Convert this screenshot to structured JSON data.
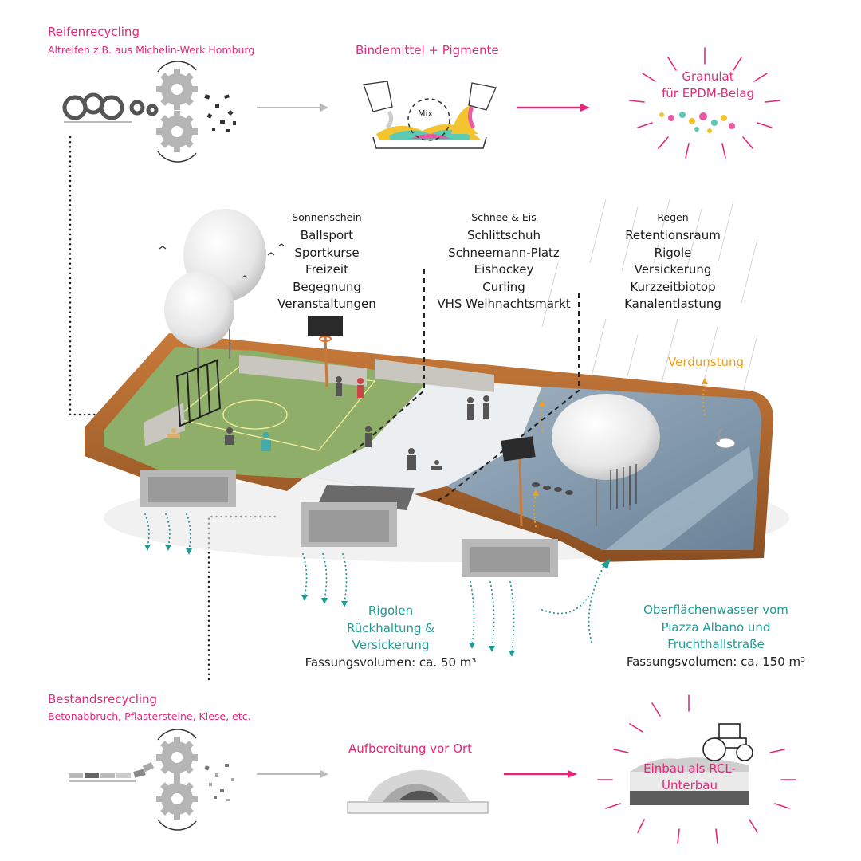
{
  "tire_recycling": {
    "title": "Reifenrecycling",
    "subtitle": "Altreifen z.B. aus Michelin-Werk Homburg"
  },
  "binder": {
    "label": "Bindemittel + Pigmente",
    "mix_label": "Mix"
  },
  "granulate": {
    "line1": "Granulat",
    "line2": "für EPDM-Belag"
  },
  "seasons": [
    {
      "title": "Sonnenschein",
      "items": [
        "Ballsport",
        "Sportkurse",
        "Freizeit",
        "Begegnung",
        "Veranstaltungen"
      ]
    },
    {
      "title": "Schnee & Eis",
      "items": [
        "Schlittschuh",
        "Schneemann-Platz",
        "Eishockey",
        "Curling",
        "VHS Weihnachtsmarkt"
      ]
    },
    {
      "title": "Regen",
      "items": [
        "Retentionsraum",
        "Rigole",
        "Versickerung",
        "Kurzzeitbiotop",
        "Kanalentlastung"
      ]
    }
  ],
  "evaporation": "Verdunstung",
  "rigolen": {
    "line1": "Rigolen",
    "line2": "Rückhaltung &",
    "line3": "Versickerung",
    "capacity": "Fassungsvolumen: ca. 50 m³"
  },
  "surface_water": {
    "line1": "Oberflächenwasser vom",
    "line2": "Piazza Albano und",
    "line3": "Fruchthallstraße",
    "capacity": "Fassungsvolumen: ca. 150 m³"
  },
  "stock_recycling": {
    "title": "Bestandsrecycling",
    "subtitle": "Betonabbruch, Pflastersteine, Kiese, etc."
  },
  "processing": {
    "label": "Aufbereitung vor Ort"
  },
  "rcl": {
    "line1": "Einbau als RCL-",
    "line2": "Unterbau"
  },
  "colors": {
    "accent_pink": "#e6267a",
    "teal": "#1f9a94",
    "amber": "#f0a11c",
    "wood": "#b86a2e",
    "grass": "#8fae6a",
    "ice": "#e4e8ec",
    "water": "#7d93a8"
  }
}
